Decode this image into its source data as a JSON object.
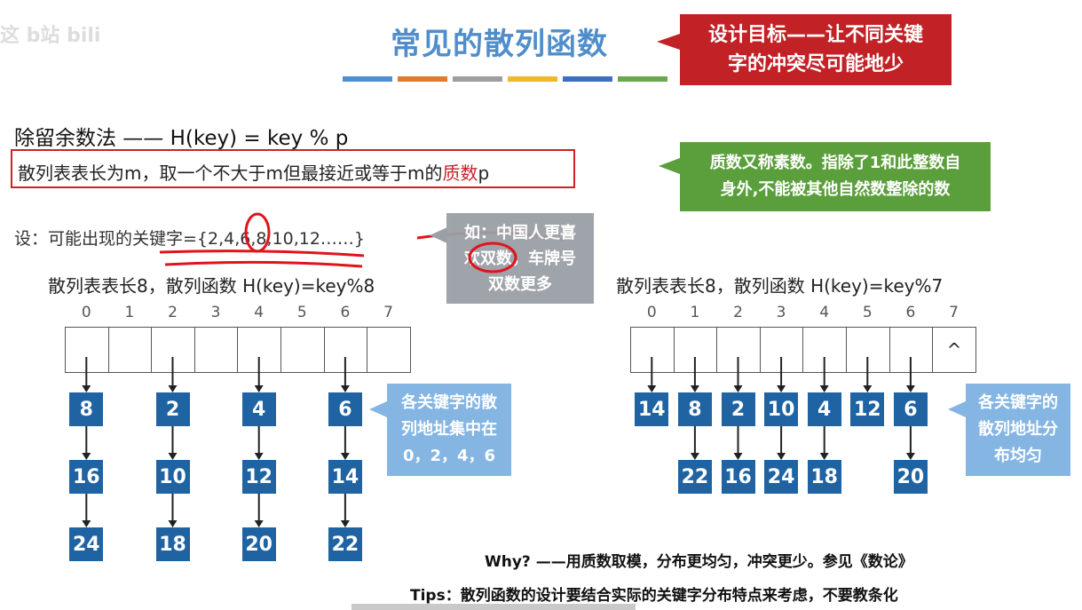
{
  "header": {
    "watermark": "这 b站 bili",
    "title": "常见的散列函数"
  },
  "accent_colors": [
    "#4d8fd1",
    "#e07a2e",
    "#9e9e9e",
    "#f0b82b",
    "#3d6fc0",
    "#6aa84f"
  ],
  "callouts": {
    "goal": [
      "设计目标——让不同关键",
      "字的冲突尽可能地少"
    ],
    "prime": [
      "质数又称素数。指除了1和此整数自",
      "身外,不能被其他自然数整除的数"
    ],
    "example": [
      "如：中国人更喜",
      "欢双数，车牌号",
      "双数更多"
    ],
    "left_note": [
      "各关键字的散",
      "列地址集中在",
      "0，2，4，6"
    ],
    "right_note": [
      "各关键字的",
      "散列地址分",
      "布均匀"
    ]
  },
  "formula": "除留余数法 —— H(key) = key % p",
  "rule": {
    "prefix": "散列表表长为m，取一个不大于m但最接近或等于m的",
    "highlight": "质数",
    "suffix": "p"
  },
  "keys_line": "设：可能出现的关键字={2,4,6,8,10,12……}",
  "left_table": {
    "caption": "散列表表长8，散列函数 H(key)=key%8",
    "indices": [
      "0",
      "1",
      "2",
      "3",
      "4",
      "5",
      "6",
      "7"
    ],
    "chains": [
      [
        "8",
        "16",
        "24"
      ],
      [
        "2",
        "10",
        "18"
      ],
      [
        "4",
        "12",
        "20"
      ],
      [
        "6",
        "14",
        "22"
      ]
    ]
  },
  "right_table": {
    "caption": "散列表表长8，散列函数 H(key)=key%7",
    "indices": [
      "0",
      "1",
      "2",
      "3",
      "4",
      "5",
      "6",
      "7"
    ],
    "last_cell": "^",
    "chains": [
      [
        "14"
      ],
      [
        "8",
        "22"
      ],
      [
        "2",
        "16"
      ],
      [
        "10",
        "24"
      ],
      [
        "4",
        "18"
      ],
      [
        "12"
      ],
      [
        "6",
        "20"
      ]
    ]
  },
  "why": "Why? ——用质数取模，分布更均匀，冲突更少。参见《数论》",
  "tips": "Tips：散列函数的设计要结合实际的关键字分布特点来考虑，不要教条化"
}
